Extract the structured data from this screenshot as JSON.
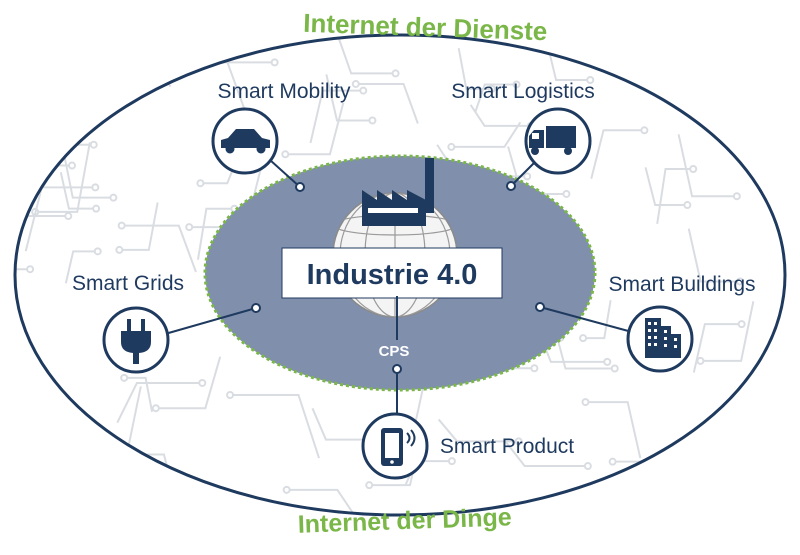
{
  "diagram": {
    "outer_top_label": "Internet der Dienste",
    "outer_bottom_label": "Internet der Dinge",
    "center_title": "Industrie 4.0",
    "core_label": "CPS",
    "nodes": [
      {
        "label": "Smart Mobility",
        "icon": "car-icon"
      },
      {
        "label": "Smart Logistics",
        "icon": "truck-icon"
      },
      {
        "label": "Smart Grids",
        "icon": "power-plug-icon"
      },
      {
        "label": "Smart Buildings",
        "icon": "buildings-icon"
      },
      {
        "label": "Smart Product",
        "icon": "smartphone-icon"
      }
    ]
  },
  "colors": {
    "navy": "#1f3a5f",
    "green": "#7ab648",
    "inner_fill": "#7f8fac",
    "circuit": "#d9dde2",
    "center_box_text": "#1f3a5f"
  }
}
